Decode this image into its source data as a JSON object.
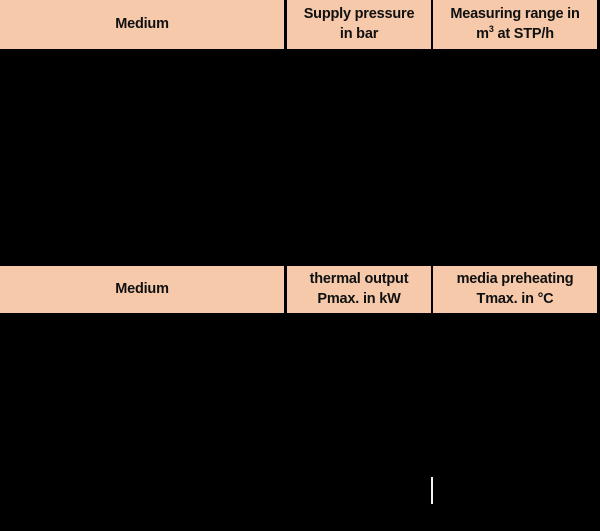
{
  "page": {
    "background_color": "#000000",
    "header_fill_color": "#f5c9aa",
    "header_text_color": "#101010",
    "caret_color": "#f2f2f2"
  },
  "tables": [
    {
      "id": "flow-capacity-table",
      "header": {
        "columns": [
          {
            "name": "medium",
            "lines": [
              "Medium"
            ]
          },
          {
            "name": "supply-pressure",
            "lines": [
              "Supply pressure",
              "in bar"
            ]
          },
          {
            "name": "measuring-range",
            "lines_html": [
              "Measuring range in",
              "m<sup>3</sup> at STP/h"
            ],
            "lines": [
              "Measuring range in",
              "m3 at STP/h"
            ]
          }
        ]
      },
      "rows": []
    },
    {
      "id": "thermal-output-table",
      "header": {
        "columns": [
          {
            "name": "medium",
            "lines": [
              "Medium"
            ]
          },
          {
            "name": "thermal-output",
            "lines": [
              "thermal output",
              "Pmax. in kW"
            ]
          },
          {
            "name": "media-preheating",
            "lines": [
              "media preheating",
              "Tmax. in °C"
            ]
          }
        ]
      },
      "rows": []
    }
  ]
}
